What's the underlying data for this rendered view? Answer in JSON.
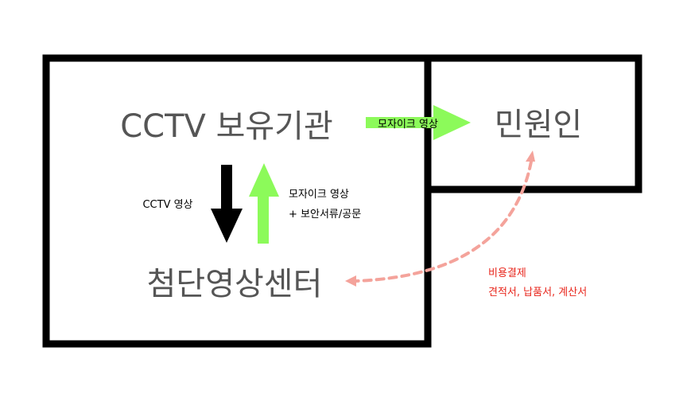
{
  "nodes": {
    "cctv_holder": "CCTV 보유기관",
    "complainant": "민원인",
    "center": "첨단영상센터"
  },
  "edges": {
    "holder_to_complainant": "모자이크 영상",
    "holder_to_center": "CCTV 영상",
    "center_to_holder_line1": "모자이크 영상",
    "center_to_holder_line2": "+ 보안서류/공문",
    "complainant_center_line1": "비용결제",
    "complainant_center_line2": "견적서, 납품서, 계산서"
  },
  "colors": {
    "box_border": "#000000",
    "node_text": "#555555",
    "green_arrow": "#8cfa5a",
    "black_arrow": "#000000",
    "dashed_arrow": "#f4a39b",
    "red_label": "#e8261c"
  }
}
